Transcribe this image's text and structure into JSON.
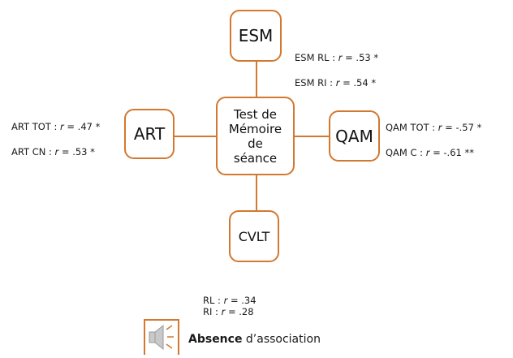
{
  "nodes": {
    "top": "ESM",
    "left": "ART",
    "center": "Test de\nMémoire\nde\nséance",
    "right": "QAM",
    "bottom": "CVLT"
  },
  "stats": {
    "esm_rl": {
      "label": "ESM RL : ",
      "r": "r",
      "value": " = .53 *"
    },
    "esm_ri": {
      "label": "ESM RI : ",
      "r": "r",
      "value": " = .54 *"
    },
    "art_tot": {
      "label": "ART TOT : ",
      "r": "r",
      "value": " = .47 *"
    },
    "art_cn": {
      "label": "ART CN : ",
      "r": "r",
      "value": " = .53 *"
    },
    "qam_tot": {
      "label": "QAM TOT : ",
      "r": "r",
      "value": " = -.57 *"
    },
    "qam_c": {
      "label": "QAM C : ",
      "r": "r",
      "value": " = -.61 **"
    },
    "rl": {
      "label": "RL : ",
      "r": "r",
      "value": " = .34"
    },
    "ri": {
      "label": "RI : ",
      "r": "r",
      "value": " = .28"
    }
  },
  "legend": {
    "bold": "Absence",
    "rest": " d’association",
    "icon": "speaker-muted-icon"
  },
  "colors": {
    "accent": "#d2782f"
  }
}
